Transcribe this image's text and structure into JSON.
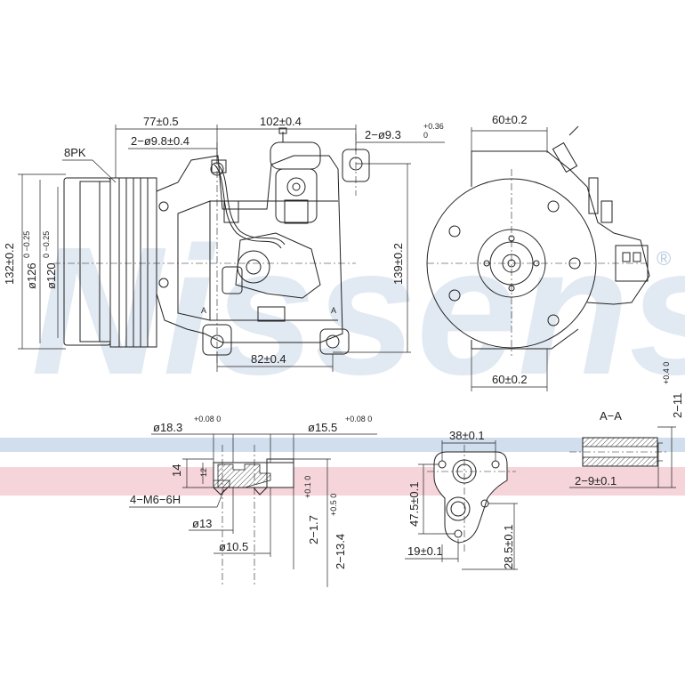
{
  "watermark": {
    "brand": "Nissens",
    "registered_mark": "®",
    "stripe_blue": "#a9c2de",
    "stripe_red": "#e9a0ae"
  },
  "labels": {
    "belt": "8PK",
    "dim_77": "77±0.5",
    "dim_102": "102±0.4",
    "holes_98": "2−ø9.8±0.4",
    "holes_93": "2−ø9.3",
    "holes_93_tol_up": "+0.36",
    "holes_93_tol_low": "0",
    "dim_132": "132±0.2",
    "dim_126": "ø126",
    "dim_126_tol": "0 −0.25",
    "dim_120": "ø120",
    "dim_120_tol": "0 −0.25",
    "dim_139": "139±0.2",
    "dim_82": "82±0.4",
    "side_top": "60±0.2",
    "side_bottom": "60±0.2",
    "section_name": "A−A",
    "section_dim_11": "2−11",
    "section_dim_11_tol": "+0.4 0",
    "section_dim_9": "2−9±0.1",
    "port_183": "ø18.3",
    "port_183_tol": "+0.08 0",
    "port_155": "ø15.5",
    "port_155_tol": "+0.08 0",
    "port_14": "14",
    "port_12": "12",
    "port_thread": "4−M6−6H",
    "port_13": "ø13",
    "port_105": "ø10.5",
    "port_17": "2−1.7",
    "port_17_tol": "+0.1 0",
    "port_134": "2−13.4",
    "port_134_tol": "+0.5 0",
    "flange_38": "38±0.1",
    "flange_475": "47.5±0.1",
    "flange_19": "19±0.1",
    "flange_285": "28.5±0.1",
    "mark_a_left": "A",
    "mark_a_right": "A"
  }
}
